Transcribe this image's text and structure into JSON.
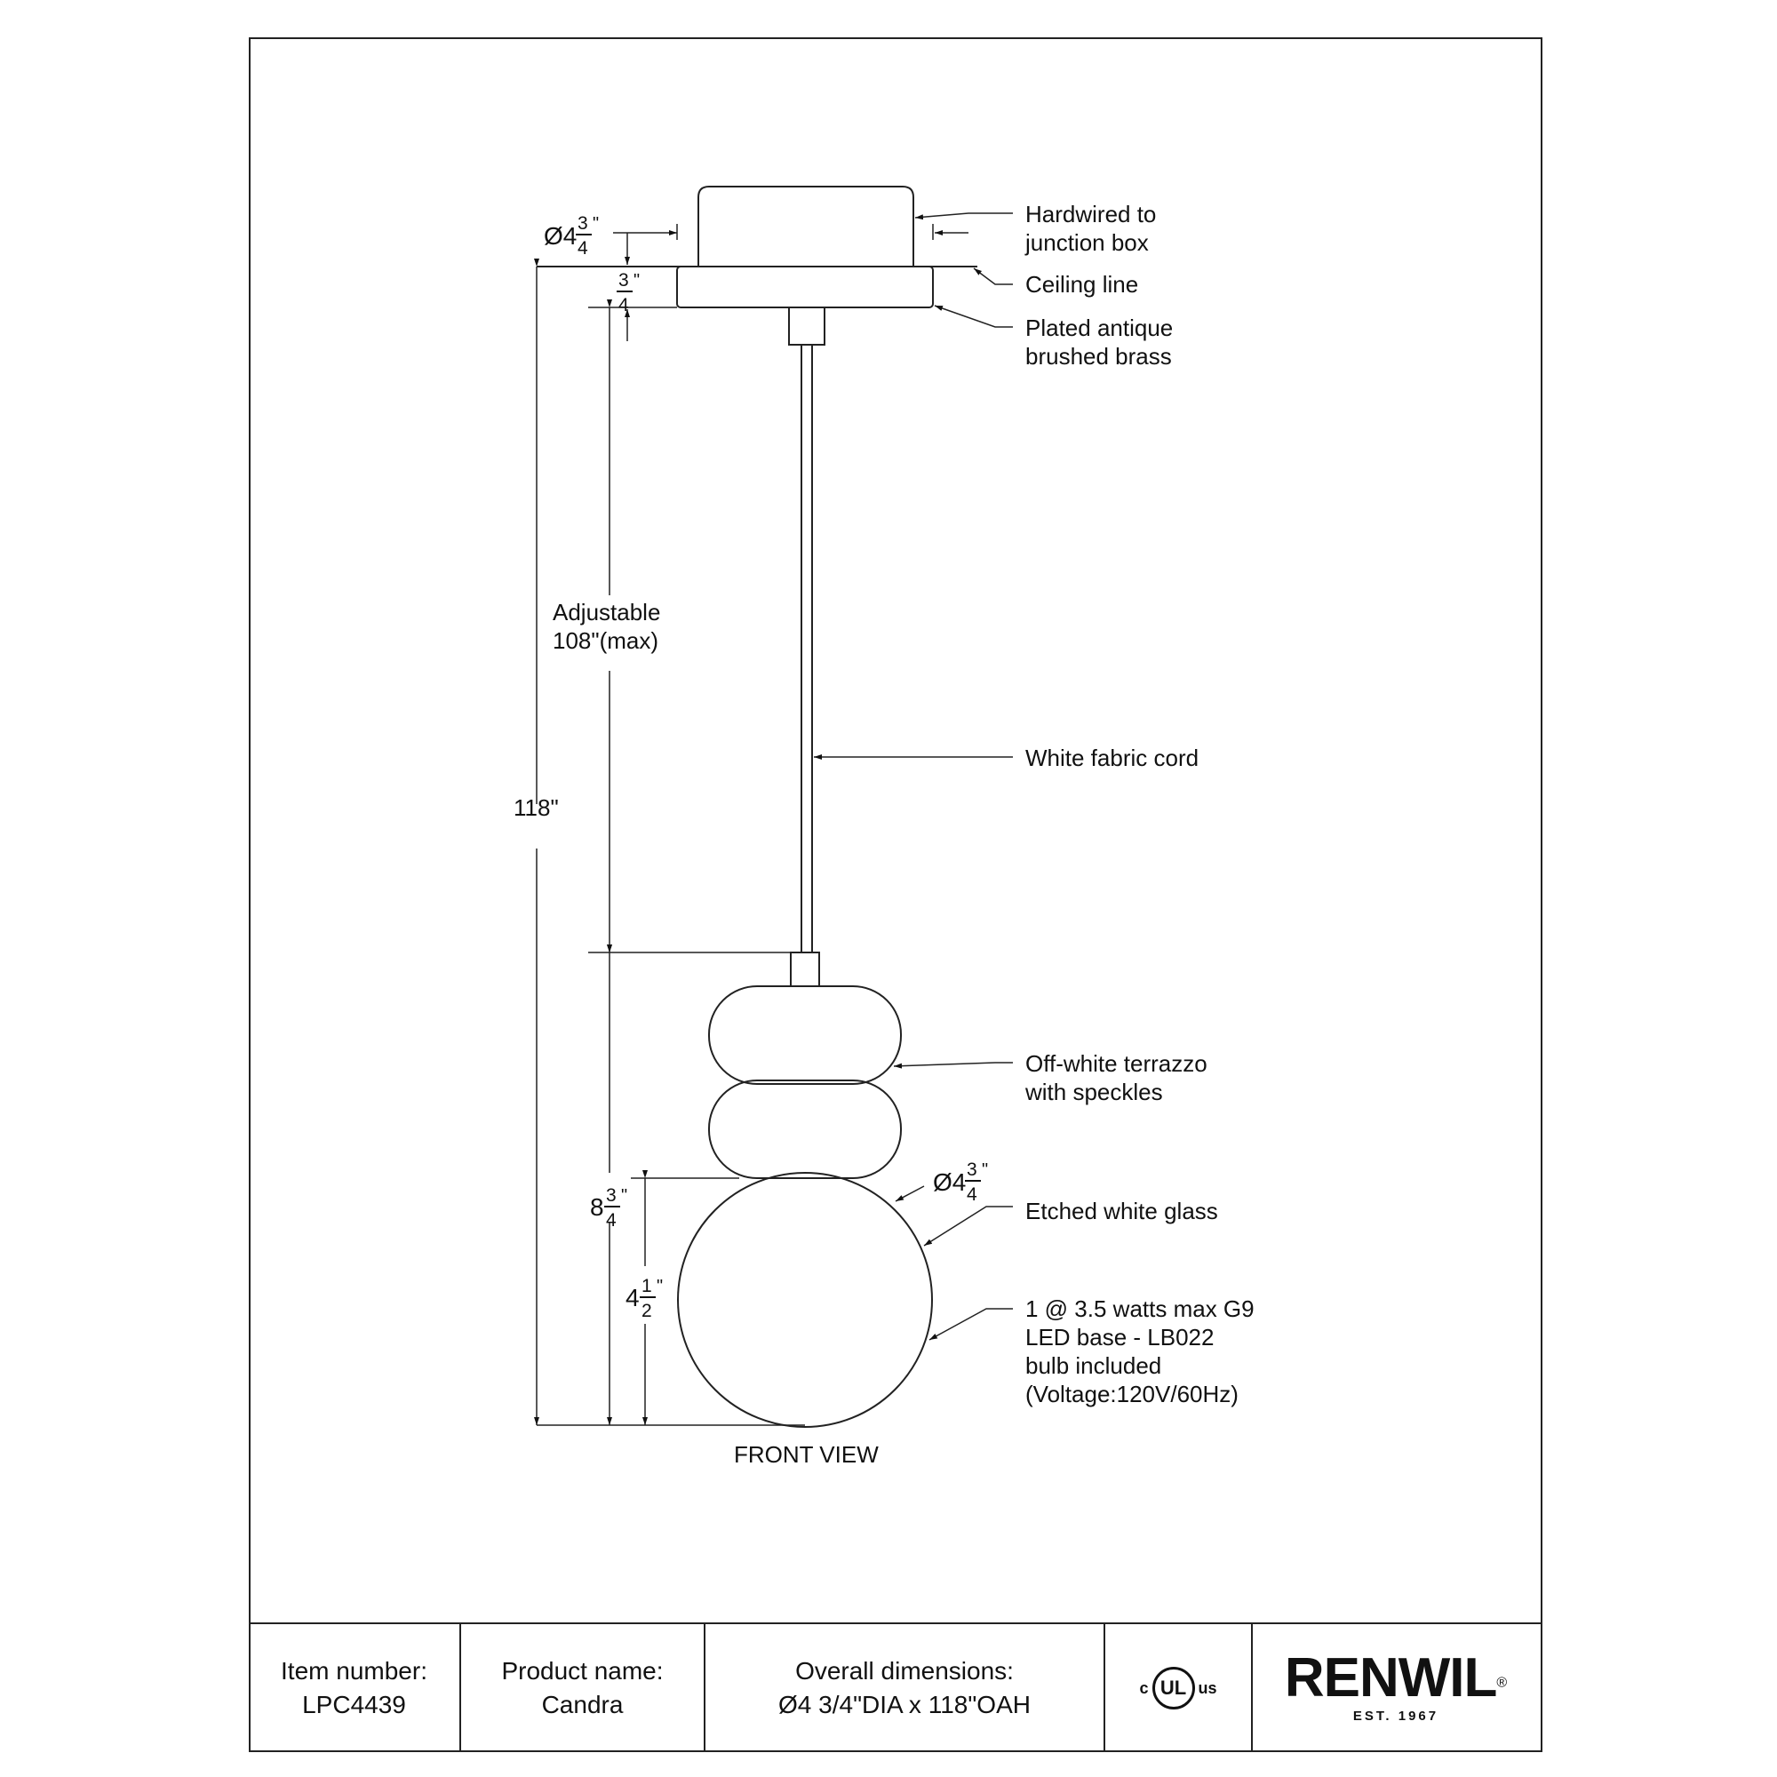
{
  "callouts": {
    "hardwired": [
      "Hardwired to",
      "junction box"
    ],
    "ceiling": "Ceiling line",
    "plated": [
      "Plated antique",
      "brushed brass"
    ],
    "cord": "White fabric cord",
    "terrazzo": [
      "Off-white terrazzo",
      "with speckles"
    ],
    "glass": "Etched white glass",
    "bulb": [
      "1 @ 3.5 watts max G9",
      "LED base - LB022",
      "bulb included",
      "(Voltage:120V/60Hz)"
    ]
  },
  "dimensions": {
    "canopy_dia": {
      "whole": "Ø4",
      "num": "3",
      "den": "4",
      "unit": "\""
    },
    "canopy_height": {
      "whole": "",
      "num": "3",
      "den": "4",
      "unit": "\""
    },
    "adjustable": [
      "Adjustable",
      "108\"(max)"
    ],
    "overall": "118\"",
    "body_height": {
      "whole": "8",
      "num": "3",
      "den": "4",
      "unit": "\""
    },
    "globe_height": {
      "whole": "4",
      "num": "1",
      "den": "2",
      "unit": "\""
    },
    "globe_dia": {
      "whole": "Ø4",
      "num": "3",
      "den": "4",
      "unit": "\""
    }
  },
  "view_label": "FRONT VIEW",
  "title_block": {
    "item_label": "Item number:",
    "item_value": "LPC4439",
    "product_label": "Product name:",
    "product_value": "Candra",
    "overall_label": "Overall dimensions:",
    "overall_value": "Ø4 3/4\"DIA x 118\"OAH",
    "cert": {
      "left": "c",
      "center": "UL",
      "right": "us"
    },
    "brand": "RENWIL",
    "brand_mark": "®",
    "established": "EST. 1967"
  }
}
